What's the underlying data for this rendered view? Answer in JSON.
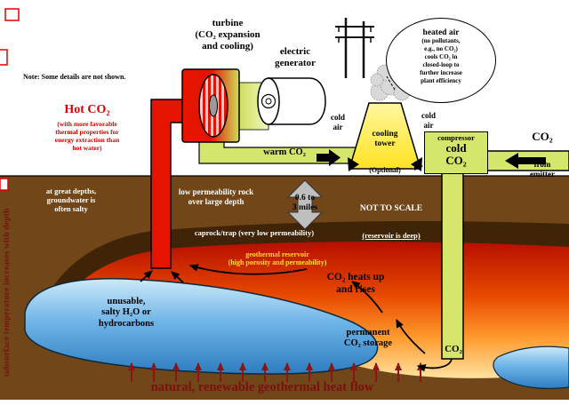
{
  "surface": {
    "note": "Note: Some details are not shown.",
    "turbine_label": "turbine\n(CO₂ expansion\nand cooling)",
    "generator_label": "electric\ngenerator",
    "heated_air_title": "heated air",
    "heated_air_body": "(no pollutants,\ne.g., no CO₂)\ncools CO₂ in\nclosed-loop to\nfurther increase\nplant efficiency",
    "hot_co2_title": "Hot CO₂",
    "hot_co2_note": "(with more favorable\nthermal properties for\nenergy extraction than\nhot water)",
    "warm_co2": "warm CO₂",
    "cold_air_left": "cold\nair",
    "cold_air_right": "cold\nair",
    "cooling_tower_title": "cooling\ntower",
    "cooling_tower_note": "(Optional)",
    "compressor_label": "compressor",
    "cold_co2": "cold\nCO₂",
    "emitter_co2": "CO₂",
    "emitter_note": "from\nemitter"
  },
  "subsurface": {
    "axis_label": "subsurface temperature increases with depth",
    "groundwater_note": "at great depths,\ngroundwater is\noften salty",
    "low_permeability": "low permeability rock\nover large depth",
    "depth_range": "0.6 to\n3 miles",
    "not_to_scale": "NOT TO SCALE",
    "reservoir_deep": "(reservoir is deep)",
    "caprock": "caprock/trap (very low permeability)",
    "reservoir": "geothermal reservoir\n(high porosity and permeability)",
    "heats_up": "CO₂ heats up\nand rises",
    "unusable": "unusable,\nsalty H₂O or\nhydrocarbons",
    "permanent_storage": "permanent\nCO₂ storage",
    "pipe_co2": "CO₂",
    "heat_flow": "natural, renewable geothermal heat flow"
  },
  "colors": {
    "hot_pipe_red": "#e51400",
    "cold_pipe_green": "#d6e56b",
    "tower_yellow": "#ffe320",
    "earth_brown": "#714618",
    "caprock_brown": "#3f2408",
    "reservoir_top_red": "#b80e00",
    "reservoir_bottom_yellow": "#ffe2a0",
    "water_blue": "#2e7cc0",
    "heat_maroon": "#8b1515"
  }
}
